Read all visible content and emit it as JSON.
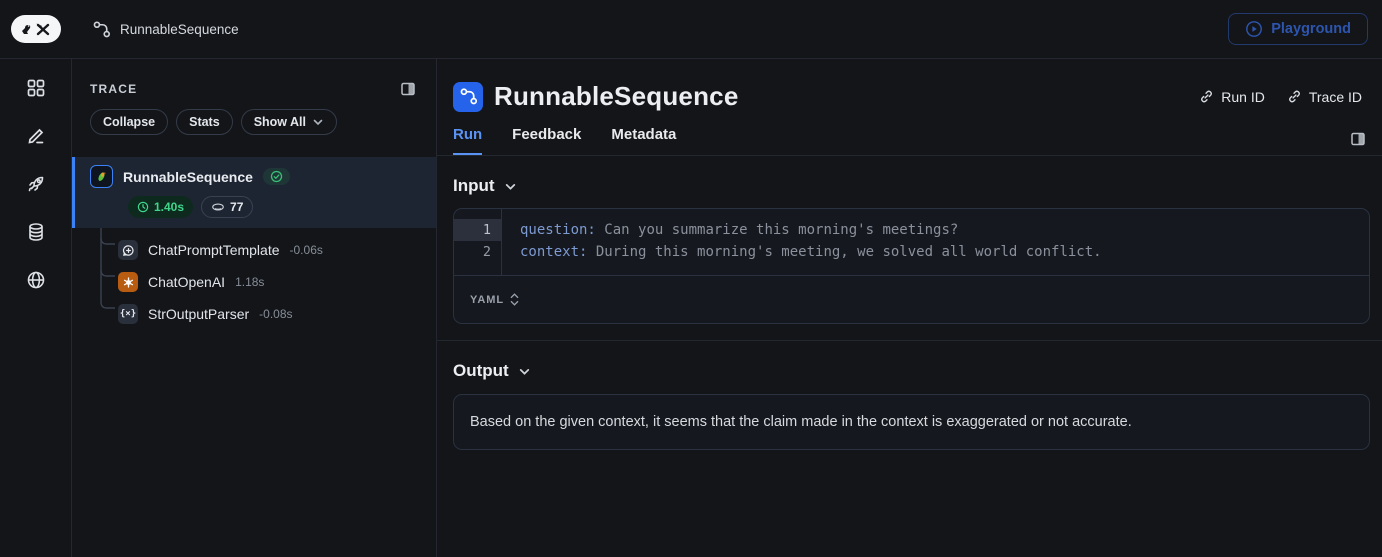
{
  "colors": {
    "accent_blue": "#3b82f6",
    "tab_active_blue": "#5b93f5",
    "success_green": "#3fd68c",
    "openai_orange": "#b85c12",
    "playground_blue": "#2d55ae",
    "selected_row_bg": "#1e2532"
  },
  "topbar": {
    "breadcrumb": "RunnableSequence",
    "playground_label": "Playground"
  },
  "sidebar": {
    "icons": [
      "apps-grid",
      "pencil-edit",
      "rocket",
      "database",
      "globe"
    ]
  },
  "trace_panel": {
    "title": "TRACE",
    "collapse_label": "Collapse",
    "stats_label": "Stats",
    "show_all_label": "Show All",
    "root": {
      "name": "RunnableSequence",
      "status": "success",
      "latency": "1.40s",
      "tokens": "77"
    },
    "children": [
      {
        "name": "ChatPromptTemplate",
        "duration": "-0.06s",
        "icon": "message-plus"
      },
      {
        "name": "ChatOpenAI",
        "duration": "1.18s",
        "icon": "openai"
      },
      {
        "name": "StrOutputParser",
        "duration": "-0.08s",
        "icon": "braces",
        "glyph": "{×}"
      }
    ]
  },
  "main": {
    "title": "RunnableSequence",
    "run_id_label": "Run ID",
    "trace_id_label": "Trace ID",
    "tabs": [
      {
        "label": "Run"
      },
      {
        "label": "Feedback"
      },
      {
        "label": "Metadata"
      }
    ],
    "input": {
      "heading": "Input",
      "lines": [
        {
          "num": "1",
          "key": "question:",
          "value": "Can you summarize this morning's meetings?"
        },
        {
          "num": "2",
          "key": "context:",
          "value": "During this morning's meeting, we solved all world conflict."
        }
      ],
      "format_label": "YAML"
    },
    "output": {
      "heading": "Output",
      "text": "Based on the given context, it seems that the claim made in the context is exaggerated or not accurate."
    }
  }
}
